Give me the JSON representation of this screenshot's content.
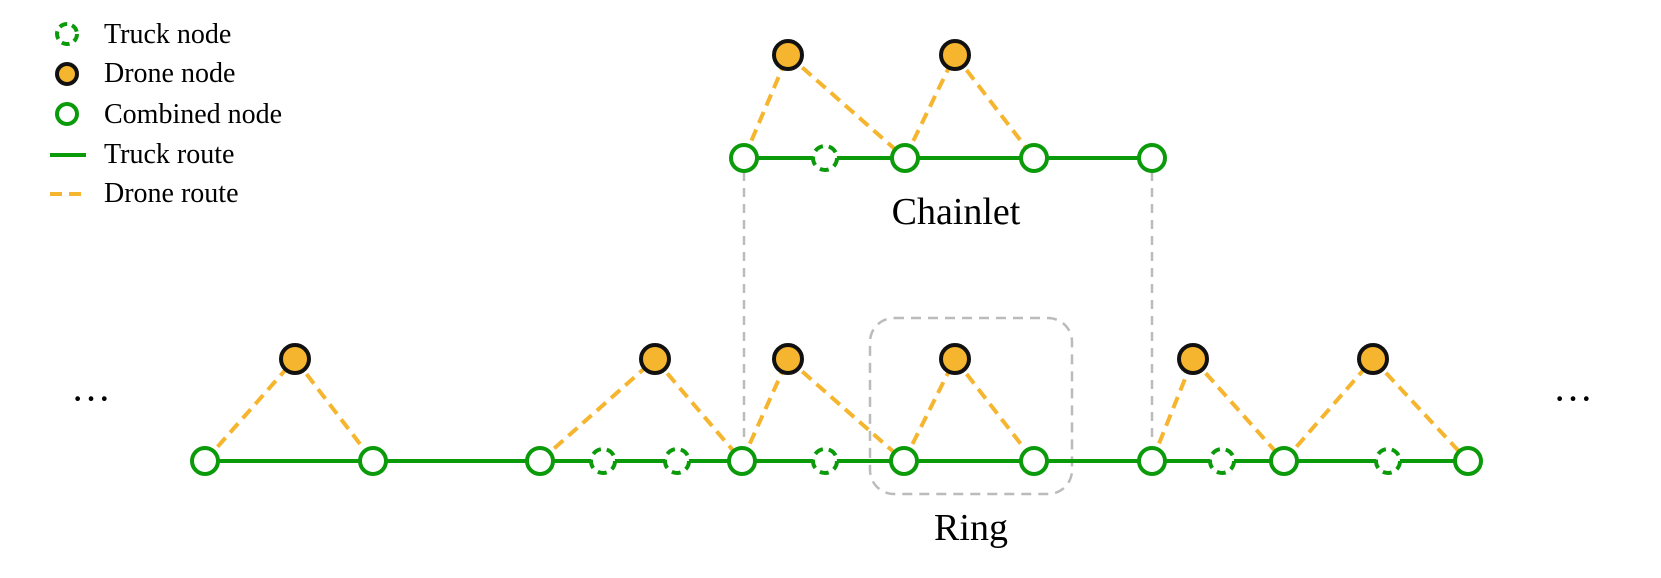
{
  "legend": {
    "truck_node": "Truck node",
    "drone_node": "Drone node",
    "combined_node": "Combined node",
    "truck_route": "Truck route",
    "drone_route": "Drone route"
  },
  "labels": {
    "chainlet": "Chainlet",
    "ring": "Ring",
    "ellipsis_left": "···",
    "ellipsis_right": "···"
  },
  "colors": {
    "truck_green": "#0a9a0a",
    "drone_fill": "#f5b52e",
    "drone_route": "#f5b52e",
    "node_outline": "#111111",
    "guide_gray": "#bbbbbb"
  }
}
